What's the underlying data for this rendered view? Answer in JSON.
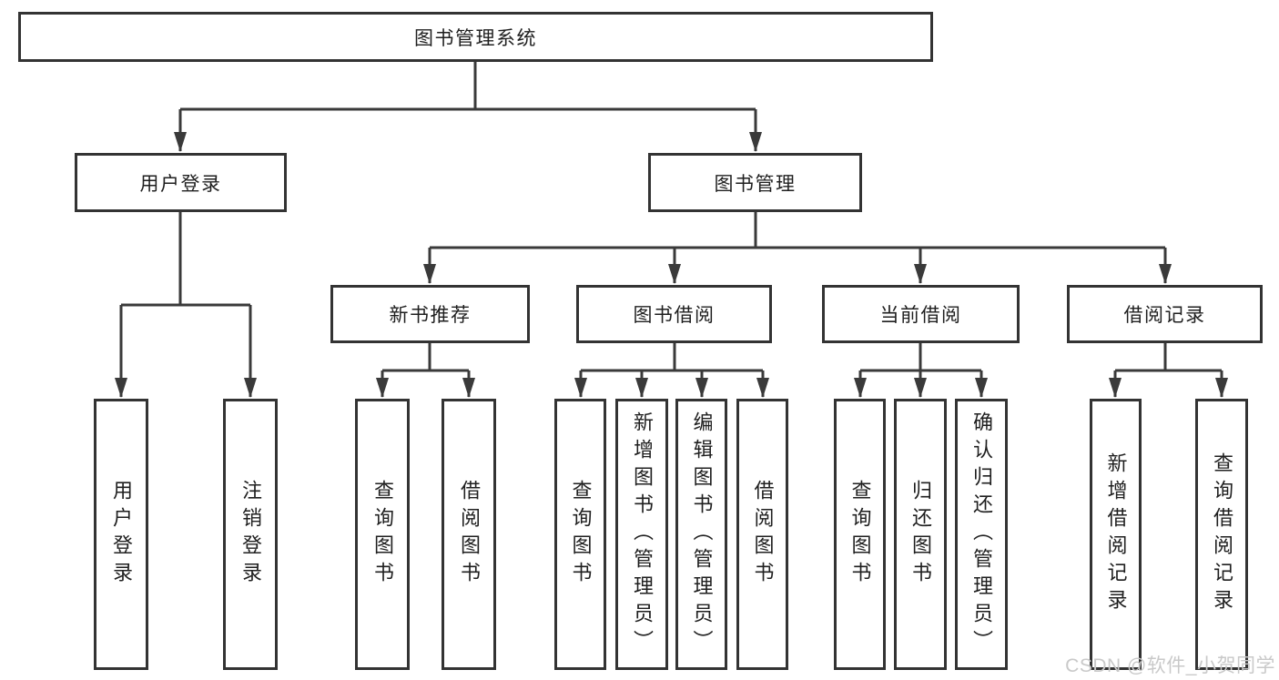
{
  "diagram_title": "图书管理系统",
  "nodes": {
    "root": "图书管理系统",
    "user_login": "用户登录",
    "book_mgmt": "图书管理",
    "new_book_rec": "新书推荐",
    "book_borrow": "图书借阅",
    "current_borrow": "当前借阅",
    "borrow_records": "借阅记录",
    "leaf_user_login": "用户登录",
    "leaf_logout": "注销登录",
    "rec_query_book": "查询图书",
    "rec_borrow_book": "借阅图书",
    "bb_query_book": "查询图书",
    "bb_add_book": "新增图书（管理员）",
    "bb_edit_book": "编辑图书（管理员）",
    "bb_borrow_book": "借阅图书",
    "cb_query_book": "查询图书",
    "cb_return_book": "归还图书",
    "cb_confirm_return": "确认归还（管理员）",
    "br_add_record": "新增借阅记录",
    "br_query_record": "查询借阅记录"
  },
  "watermark": "CSDN @软件_小贺同学",
  "colors": {
    "border": "#333333",
    "line": "#3a3a3a",
    "text": "#1f1f1f",
    "watermark": "#c9c9c9",
    "background": "#ffffff"
  }
}
